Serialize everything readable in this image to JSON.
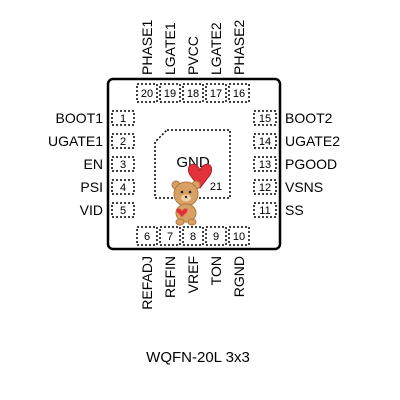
{
  "package": {
    "name": "WQFN-20L 3x3",
    "center_label": "GND",
    "center_pin": "21"
  },
  "pins": {
    "left": [
      {
        "num": "1",
        "name": "BOOT1"
      },
      {
        "num": "2",
        "name": "UGATE1"
      },
      {
        "num": "3",
        "name": "EN"
      },
      {
        "num": "4",
        "name": "PSI"
      },
      {
        "num": "5",
        "name": "VID"
      }
    ],
    "bottom": [
      {
        "num": "6",
        "name": "REFADJ"
      },
      {
        "num": "7",
        "name": "REFIN"
      },
      {
        "num": "8",
        "name": "VREF"
      },
      {
        "num": "9",
        "name": "TON"
      },
      {
        "num": "10",
        "name": "RGND"
      }
    ],
    "right": [
      {
        "num": "15",
        "name": "BOOT2"
      },
      {
        "num": "14",
        "name": "UGATE2"
      },
      {
        "num": "13",
        "name": "PGOOD"
      },
      {
        "num": "12",
        "name": "VSNS"
      },
      {
        "num": "11",
        "name": "SS"
      }
    ],
    "top": [
      {
        "num": "20",
        "name": "PHASE1"
      },
      {
        "num": "19",
        "name": "LGATE1"
      },
      {
        "num": "18",
        "name": "PVCC"
      },
      {
        "num": "17",
        "name": "LGATE2"
      },
      {
        "num": "16",
        "name": "PHASE2"
      }
    ]
  },
  "colors": {
    "outline": "#000000",
    "balloon": "#e0333c",
    "bear": "#d9a066",
    "bear_shade": "#b07a3e"
  },
  "sticker": "teddy-bear-with-heart-balloon"
}
